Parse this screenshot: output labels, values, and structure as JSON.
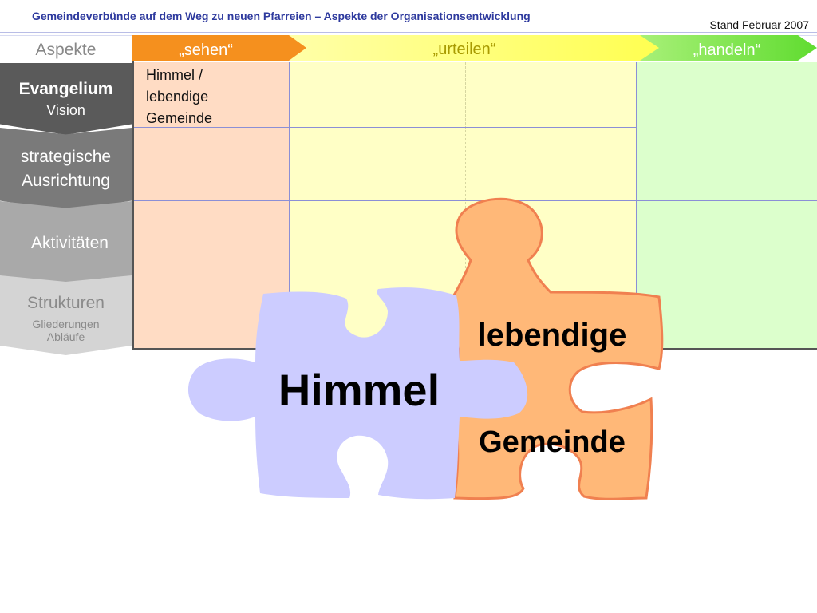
{
  "header": {
    "title": "Gemeindeverbünde auf dem Weg zu neuen Pfarreien – Aspekte der Organisationsentwicklung",
    "stand": "Stand Februar 2007"
  },
  "columns": {
    "aspekte": "Aspekte",
    "sehen": "„sehen“",
    "urteilen": "„urteilen“",
    "handeln": "„handeln“"
  },
  "rows": {
    "evangelium": "Evangelium",
    "vision": "Vision",
    "strategie_line1": "strategische",
    "strategie_line2": "Ausrichtung",
    "aktivitaeten": "Aktivitäten",
    "strukturen": "Strukturen",
    "gliederungen": "Gliederungen",
    "ablaeufe": "Abläufe"
  },
  "cell": {
    "line1": "Himmel /",
    "line2": "lebendige",
    "line3": "Gemeinde"
  },
  "puzzle": {
    "left_word": "Himmel",
    "right_top_word": "lebendige",
    "right_bottom_word": "Gemeinde"
  },
  "colors": {
    "sehen_arrow": "#f5901e",
    "urteilen_arrow": "#ffff66",
    "handeln_arrow": "#66e033",
    "sehen_cell": "#ffdcc4",
    "urteilen_cell": "#ffffc6",
    "handeln_cell": "#dcffcc",
    "puzzle_left": "#ccccff",
    "puzzle_right": "#ffb878",
    "puzzle_right_stroke": "#f08050"
  }
}
